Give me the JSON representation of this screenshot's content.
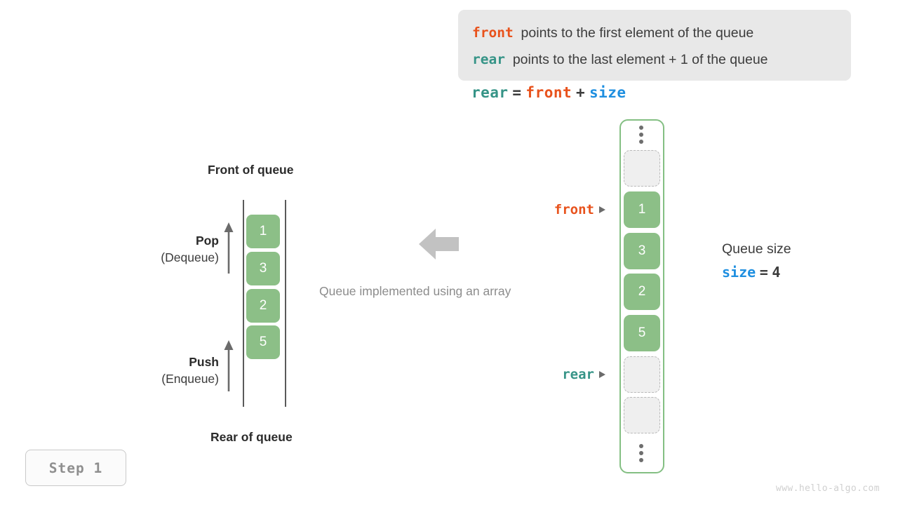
{
  "info_panel": {
    "lines": [
      {
        "keyword": "front",
        "keyword_color": "#e8521c",
        "text": "points to the first element of the queue"
      },
      {
        "keyword": "rear",
        "keyword_color": "#369487",
        "text": "points to the last element + 1 of the queue"
      }
    ]
  },
  "formula": {
    "lhs": "rear",
    "eq": "=",
    "rhs1": "front",
    "plus": "+",
    "rhs2": "size"
  },
  "left_queue": {
    "front_label": "Front of queue",
    "rear_label": "Rear of queue",
    "values": [
      "1",
      "3",
      "2",
      "5"
    ],
    "pop": {
      "title": "Pop",
      "sub": "(Dequeue)"
    },
    "push": {
      "title": "Push",
      "sub": "(Enqueue)"
    }
  },
  "center": {
    "caption": "Queue implemented using an array",
    "arrow": "left-arrow-icon"
  },
  "array": {
    "cells": [
      {
        "kind": "dots",
        "value": ""
      },
      {
        "kind": "empty",
        "value": ""
      },
      {
        "kind": "filled",
        "value": "1"
      },
      {
        "kind": "filled",
        "value": "3"
      },
      {
        "kind": "filled",
        "value": "2"
      },
      {
        "kind": "filled",
        "value": "5"
      },
      {
        "kind": "empty",
        "value": ""
      },
      {
        "kind": "empty",
        "value": ""
      },
      {
        "kind": "dots",
        "value": ""
      }
    ],
    "pointers": {
      "front": "front",
      "rear": "rear"
    }
  },
  "size_note": {
    "title": "Queue size",
    "var": "size",
    "eq": "=",
    "value": "4"
  },
  "step_badge": {
    "label": "Step 1"
  },
  "watermark": {
    "text": "www.hello-algo.com"
  },
  "colors": {
    "green": "#8cbf87",
    "green_border": "#84bf83",
    "orange": "#e8521c",
    "teal": "#369487",
    "blue": "#1f8fe0",
    "panel_bg": "#e8e8e8",
    "gray_text": "#8c8c8c"
  }
}
